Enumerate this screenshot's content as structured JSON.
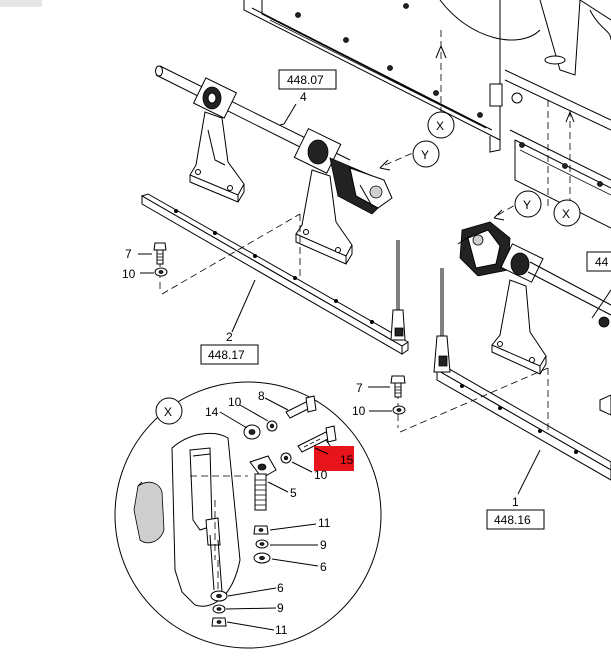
{
  "diagram": {
    "highlight_color": "#e8141b",
    "refs": {
      "r44807": "448.07",
      "r44817": "448.17",
      "r44816": "448.16",
      "r44_partial": "44"
    },
    "views": {
      "x": "X",
      "y": "Y"
    },
    "callouts": {
      "c4": "4",
      "c2": "2",
      "c1": "1",
      "c7a": "7",
      "c10a": "10",
      "c7b": "7",
      "c10b": "10",
      "d14": "14",
      "d10a": "10",
      "d8": "8",
      "d15": "15",
      "d10b": "10",
      "d5": "5",
      "d11a": "11",
      "d9a": "9",
      "d6a": "6",
      "d6b": "6",
      "d9b": "9",
      "d11b": "11"
    }
  }
}
